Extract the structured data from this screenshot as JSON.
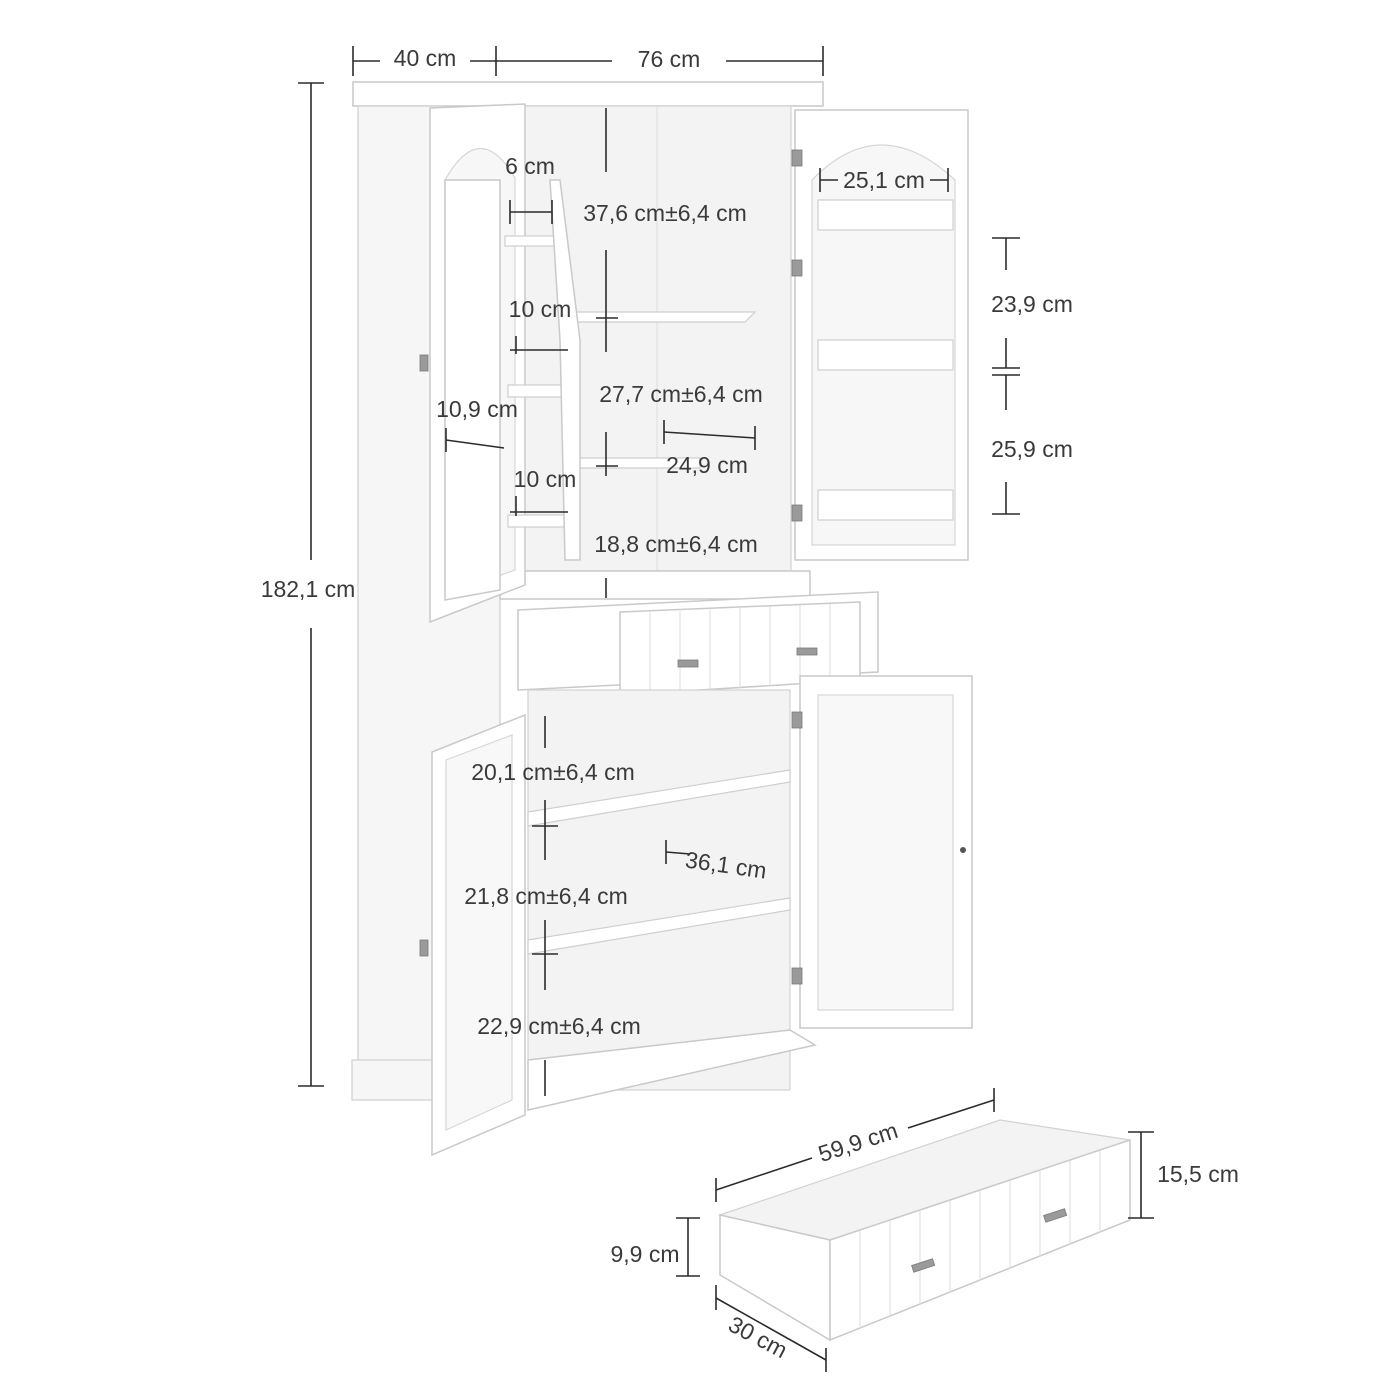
{
  "dimensions": {
    "depth": "40 cm",
    "width": "76 cm",
    "height": "182,1 cm",
    "spice_rack_gap": "6 cm",
    "upper_compartment": "37,6 cm±6,4 cm",
    "spice_rack_level_1": "10 cm",
    "middle_compartment": "27,7 cm±6,4 cm",
    "spice_rack_width": "10,9 cm",
    "shelf_depth_upper": "24,9 cm",
    "spice_rack_level_2": "10 cm",
    "lower_upper_compartment": "18,8 cm±6,4 cm",
    "door_rack_width": "25,1 cm",
    "door_rack_spacing_1": "23,9 cm",
    "door_rack_spacing_2": "25,9 cm",
    "bottom_compartment_1": "20,1 cm±6,4 cm",
    "shelf_depth_lower": "36,1 cm",
    "bottom_compartment_2": "21,8 cm±6,4 cm",
    "bottom_compartment_3": "22,9 cm±6,4 cm"
  },
  "drawer": {
    "width": "59,9 cm",
    "height": "15,5 cm",
    "inner_height": "9,9 cm",
    "depth": "30 cm"
  }
}
